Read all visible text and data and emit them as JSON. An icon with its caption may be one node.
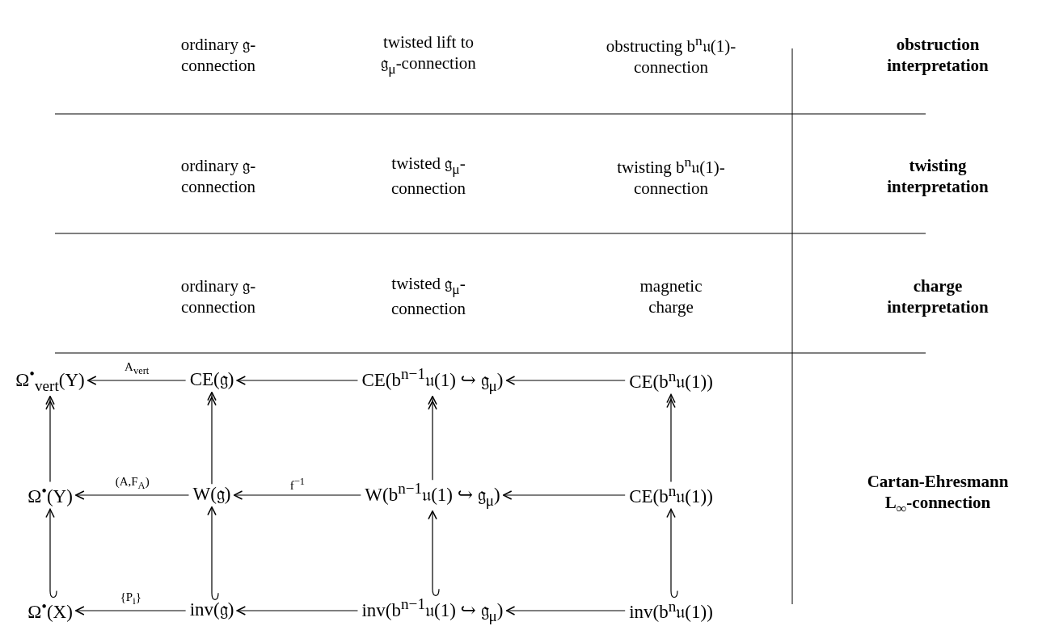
{
  "diagram": {
    "nodes": [
      {
        "text": [
          "Ω$^{•}$$_{vert}$(Y)"
        ]
      },
      {
        "text": [
          "CE(𝔤)"
        ]
      },
      {
        "text": [
          "CE(b$^{n−1}$𝔲(1) ↪ 𝔤$_{μ}$)"
        ]
      },
      {
        "text": [
          "CE(b$^{n}$𝔲(1))"
        ]
      },
      {
        "text": [
          "Ω$^{•}$(Y)"
        ]
      },
      {
        "text": [
          "W(𝔤)"
        ]
      },
      {
        "text": [
          "W(b$^{n−1}$𝔲(1) ↪ 𝔤$_{μ}$)"
        ]
      },
      {
        "text": [
          "CE(b$^{n}$𝔲(1))"
        ]
      },
      {
        "text": [
          "Ω$^{•}$(X)"
        ]
      },
      {
        "text": [
          "inv(𝔤)"
        ]
      },
      {
        "text": [
          "inv(b$^{n−1}$𝔲(1) ↪ 𝔤$_{μ}$)"
        ]
      },
      {
        "text": [
          "inv(b$^{n}$𝔲(1))"
        ]
      }
    ],
    "edges": [
      {
        "from": 1,
        "to": 0,
        "arrow": "to",
        "label": "A$_{vert}$"
      },
      {
        "from": 2,
        "to": 1,
        "arrow": "to"
      },
      {
        "from": 3,
        "to": 2,
        "arrow": "to"
      },
      {
        "from": 5,
        "to": 4,
        "arrow": "to",
        "label": "(A,F$_{A}$)"
      },
      {
        "from": 6,
        "to": 5,
        "arrow": "to",
        "label": "f$^{−1}$"
      },
      {
        "from": 7,
        "to": 6,
        "arrow": "to"
      },
      {
        "from": 9,
        "to": 8,
        "arrow": "to",
        "label": "{P$_{i}$}"
      },
      {
        "from": 10,
        "to": 9,
        "arrow": "to"
      },
      {
        "from": 11,
        "to": 10,
        "arrow": "to"
      },
      {
        "from": 4,
        "to": 0,
        "arrow": "to"
      },
      {
        "from": 5,
        "to": 1,
        "arrow": "to"
      },
      {
        "from": 6,
        "to": 2,
        "arrow": "to"
      },
      {
        "from": 7,
        "to": 3,
        "arrow": "to"
      },
      {
        "from": 8,
        "to": 4,
        "arrow": "to"
      },
      {
        "from": 9,
        "to": 5,
        "arrow": "to"
      },
      {
        "from": 10,
        "to": 6,
        "arrow": "to"
      },
      {
        "from": 11,
        "to": 7,
        "arrow": "to"
      }
    ],
    "labels": [
      "ordinary 𝔤-connection",
      "twisted lift to 𝔤$_{μ}$-connection",
      "obstructing b$^{n}$𝔲(1)-connection",
      "obstruction interpretation",
      "ordinary 𝔤-connection",
      "twisted 𝔤$_{μ}$-connection",
      "twisting b$^{n}$𝔲(1)-connection",
      "twisting interpretation",
      "ordinary 𝔤-connection",
      "twisted 𝔤$_{μ}$-connection",
      "magnetic charge",
      "charge interpretation",
      "Cartan-Ehresmann L$_{∞}$-connection"
    ]
  }
}
